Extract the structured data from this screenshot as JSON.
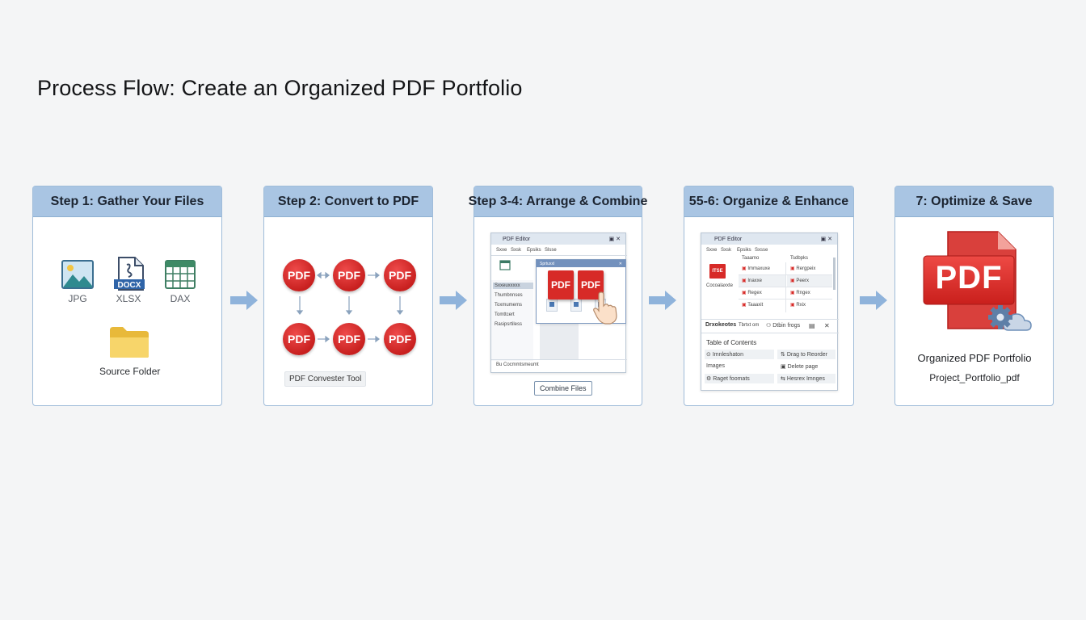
{
  "title": "Process Flow: Create an Organized PDF Portfolio",
  "steps": [
    {
      "header": "Step 1: Gather Your Files",
      "files": [
        "JPG",
        "XLSX",
        "DAX"
      ],
      "docx_badge": "DOCX",
      "folder_label": "Source Folder"
    },
    {
      "header": "Step 2: Convert to PDF",
      "pdf_label": "PDF",
      "tool_label": "PDF Convester Tool"
    },
    {
      "header": "Step 3-4: Arrange & Combine",
      "window_title": "PDF Editor",
      "menu": [
        "Sxxe",
        "Sxsk",
        "Epsiks",
        "Slsse"
      ],
      "sidebar": [
        "Sxxeuxxxxx",
        "Thumbnnses",
        "Toxmumems",
        "Tomttcert",
        "Rasipsrtiless"
      ],
      "popup_title": "Sprtuxxl",
      "status": "Bu  Cocmmtsmeumt",
      "pdf_label": "PDF",
      "combine_button": "Combine Files"
    },
    {
      "header": "55-6: Organize & Enhance",
      "window_title": "PDF Editor",
      "menu": [
        "Sxxe",
        "Sxsk",
        "Epsiks",
        "Sxsse"
      ],
      "badge": "ITSE",
      "sub_label": "Cocoalaxxte",
      "col_headers": [
        "Taaamo",
        "Tsdbpks"
      ],
      "col1": [
        "Immaxuxe",
        "Inaxxe",
        "Regex",
        "Taaaxit"
      ],
      "col2": [
        "Rergpeix",
        "Peerx",
        "Rngex",
        "Rxix"
      ],
      "toolbar": [
        "Drxokeotes",
        "Tbrtxt om",
        "Dtbin frogs"
      ],
      "toc": "Table of Contents",
      "list_left": [
        "Imnleshaton",
        "Images",
        "Raget foomats"
      ],
      "list_right": [
        "Drag to Reorder",
        "Delete page",
        "Hesrex Imnges"
      ]
    },
    {
      "header": "7: Optimize & Save",
      "pdf_label": "PDF",
      "caption": "Organized PDF Portfolio",
      "filename": "Project_Portfolio_pdf"
    }
  ],
  "colors": {
    "header_bg": "#a9c5e3",
    "card_border": "#9fbcd9",
    "arrow": "#8fb3db",
    "pdf_red": "#d72a27",
    "background": "#f4f5f6"
  }
}
